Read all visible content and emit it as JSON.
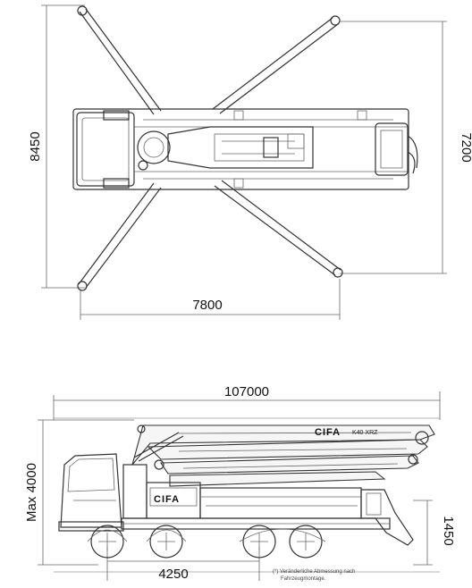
{
  "top_view": {
    "dim_left": "8450",
    "dim_right": "7200",
    "dim_bottom": "7800"
  },
  "side_view": {
    "dim_top": "107000",
    "dim_left": "Max 4000",
    "dim_right": "1450",
    "dim_bottom": "4250",
    "brand_boom": "CIFA",
    "model_boom": "K40 XRZ",
    "brand_cab": "CIFA",
    "footnote_line1": "(*) Veränderliche Abmessung nach",
    "footnote_line2": "Fahrzeugmontage."
  }
}
